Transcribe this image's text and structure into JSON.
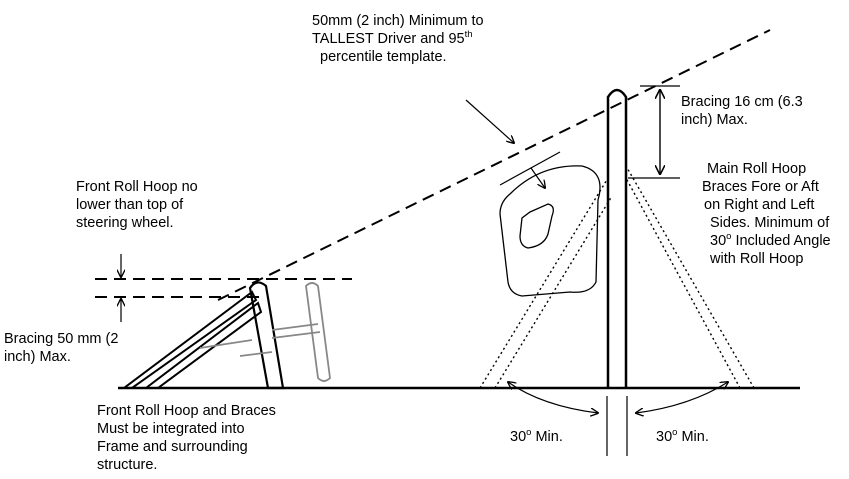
{
  "labels": {
    "top_line1": "50mm (2 inch) Minimum to",
    "top_line2": "TALLEST Driver and 95",
    "top_line2_sup": "th",
    "top_line3": "percentile template.",
    "front_hoop_line1": "Front Roll Hoop no",
    "front_hoop_line2": "lower than top of",
    "front_hoop_line3": "steering wheel.",
    "bracing_50_line1": "Bracing 50 mm (2",
    "bracing_50_line2": "inch) Max.",
    "front_braces_line1": "Front Roll Hoop and Braces",
    "front_braces_line2": "Must be integrated into",
    "front_braces_line3": "Frame and surrounding",
    "front_braces_line4": "structure.",
    "bracing_16_line1": "Bracing 16 cm (6.3",
    "bracing_16_line2": "inch) Max.",
    "main_hoop_line1": "Main Roll Hoop",
    "main_hoop_line2": "Braces Fore or Aft",
    "main_hoop_line3": "on Right and Left",
    "main_hoop_line4": "Sides.  Minimum of",
    "main_hoop_line5_num": "30",
    "main_hoop_line5_sup": "o",
    "main_hoop_line5_rest": " Included Angle",
    "main_hoop_line6": "with Roll Hoop",
    "angle_left_num": "30",
    "angle_left_sup": "o",
    "angle_left_rest": " Min.",
    "angle_right_num": "30",
    "angle_right_sup": "o",
    "angle_right_rest": " Min."
  }
}
